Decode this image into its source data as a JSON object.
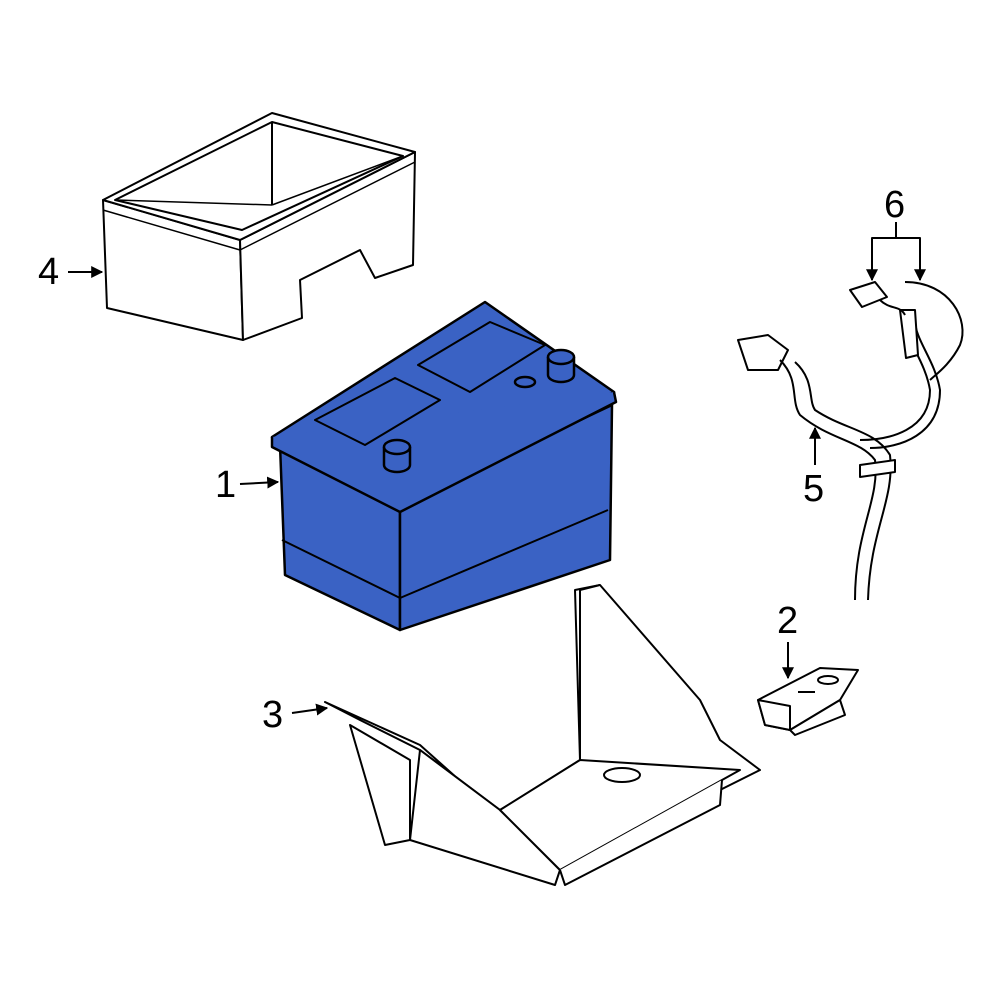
{
  "diagram": {
    "colors": {
      "highlight": "#3a62c4",
      "line": "#000000",
      "part_fill": "#ffffff"
    },
    "callouts": [
      {
        "id": "1",
        "label": "1",
        "part": "battery"
      },
      {
        "id": "2",
        "label": "2",
        "part": "hold-down-clamp"
      },
      {
        "id": "3",
        "label": "3",
        "part": "battery-tray"
      },
      {
        "id": "4",
        "label": "4",
        "part": "battery-cover"
      },
      {
        "id": "5",
        "label": "5",
        "part": "battery-cable"
      },
      {
        "id": "6",
        "label": "6",
        "part": "cable-terminals"
      }
    ]
  }
}
